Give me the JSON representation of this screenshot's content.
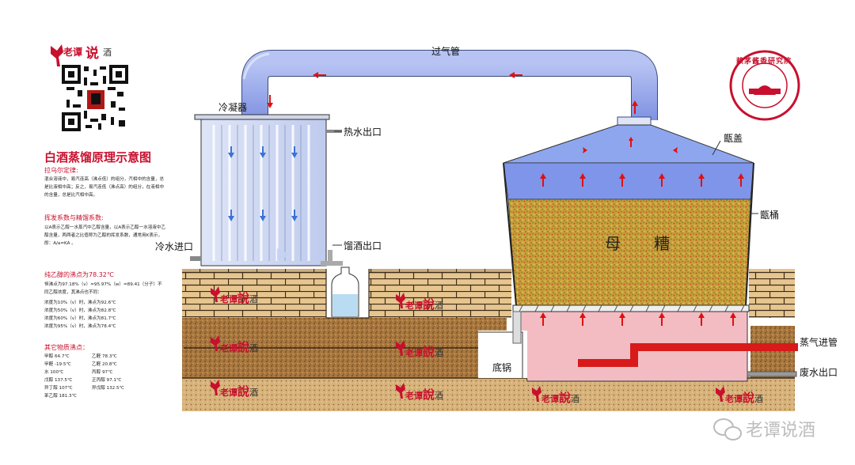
{
  "labels": {
    "gas_pipe": "过气管",
    "condenser": "冷凝器",
    "hot_water_out": "热水出口",
    "cold_water_in": "冷水进口",
    "distillate_out": "馏酒出口",
    "lid": "甑盖",
    "barrel": "甑桶",
    "mash_1": "母",
    "mash_2": "糟",
    "pot": "底锅",
    "steam_in": "蒸气进管",
    "waste_out": "废水出口"
  },
  "logo": {
    "brand_a": "老谭",
    "brand_b": "说",
    "brand_c": "酒",
    "ground_a": "老谭",
    "ground_b": "說",
    "ground_c": "酒"
  },
  "stamp": {
    "text": "赖茅酱香研究院"
  },
  "info": {
    "title": "白酒蒸馏原理示意图",
    "sec1": "拉乌尔定律:",
    "p1": "混合溶液中，易汽连高（沸点低）的组分，汽相中的含量，总是比液相中高；反之，易汽连低（沸点高）的组分，在液相中的含量，总是比汽相中高。",
    "sec2": "挥发系数与精馏系数:",
    "p2": "以A表示乙醇一水蒸汽中乙醇含量，以A表示乙醇一水溶液中乙醇含量，两两者之比值称为乙醇的挥发系数，通常用K表示，即：A/a=KA 。",
    "sec3": "纯乙醇的沸点为78.32℃",
    "p3": "恒沸点为97.18%（v）=95.97%（w）=89.41（分子）不同乙醇浓度，其沸点也不同：",
    "boil": [
      "浓度为10%（v）时，沸点为92.6℃",
      "浓度为50%（v）时，沸点为82.8℃",
      "浓度为60%（v）时，沸点为81.7℃",
      "浓度为95%（v）时，沸点为78.4℃"
    ],
    "sec4": "其它物质沸点：",
    "others": [
      [
        "甲醇 64.7℃",
        "乙醛 78.3℃"
      ],
      [
        "甲醛 -19.5℃",
        "乙醛 20.8℃"
      ],
      [
        "水 100℃",
        "丙醇 97℃"
      ],
      [
        "戊醇 137.5℃",
        "正丙醇 97.1℃"
      ],
      [
        "异丁醇 107℃",
        "异戊醇 132.5℃"
      ],
      [
        "苯乙醇 181.3℃",
        ""
      ]
    ]
  },
  "watermark": {
    "text": "老谭说酒"
  },
  "colors": {
    "steam_blue": "#7f95ea",
    "pot_pink": "#f2b8bf",
    "arrow_red": "#e01010",
    "brand_red": "#c8102e",
    "brick": "#e2c08a",
    "soil": "#a77a45",
    "mash_gold": "#c9a43a"
  }
}
